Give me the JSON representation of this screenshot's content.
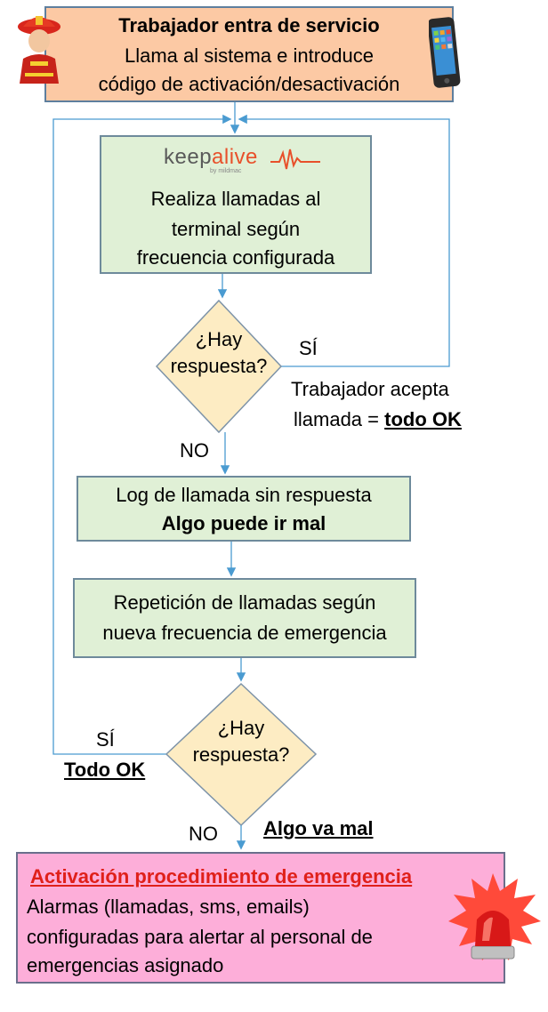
{
  "start": {
    "title": "Trabajador entra de servicio",
    "line1": "Llama al sistema e introduce",
    "line2": "código de activación/desactivación"
  },
  "logo": {
    "word_a": "keep",
    "word_b": "alive",
    "sub": "by mildmac"
  },
  "calls": {
    "line1": "Realiza llamadas al",
    "line2": "terminal según",
    "line3": "frecuencia configurada"
  },
  "decision1": {
    "line1": "¿Hay",
    "line2": "respuesta?"
  },
  "decision1_yes": {
    "label": "SÍ",
    "note1": "Trabajador acepta",
    "note2_prefix": "llamada  = ",
    "note2_emph": "todo OK"
  },
  "decision1_no": "NO",
  "log": {
    "line1": "Log de llamada sin respuesta",
    "line2": "Algo puede ir mal"
  },
  "repeat": {
    "line1": "Repetición de llamadas según",
    "line2": "nueva frecuencia de emergencia"
  },
  "decision2": {
    "line1": "¿Hay",
    "line2": "respuesta?"
  },
  "decision2_yes": {
    "label": "SÍ",
    "note": "Todo OK"
  },
  "decision2_no": {
    "label": "NO",
    "note": "Algo va mal"
  },
  "emergency": {
    "title": "Activación procedimiento de emergencia",
    "line1": "Alarmas (llamadas, sms, emails)",
    "line2": "configuradas para alertar al personal de",
    "line3": "emergencias asignado"
  },
  "colors": {
    "start_fill": "#fcc9a4",
    "process_fill": "#e0f0d6",
    "decision_fill": "#fdecc3",
    "emergency_fill": "#fdaed9",
    "connector": "#4a9bd1",
    "emergency_title": "#e0201a"
  },
  "icons": [
    "firefighter-icon",
    "smartphone-icon",
    "keepalive-logo",
    "alarm-siren-icon"
  ]
}
